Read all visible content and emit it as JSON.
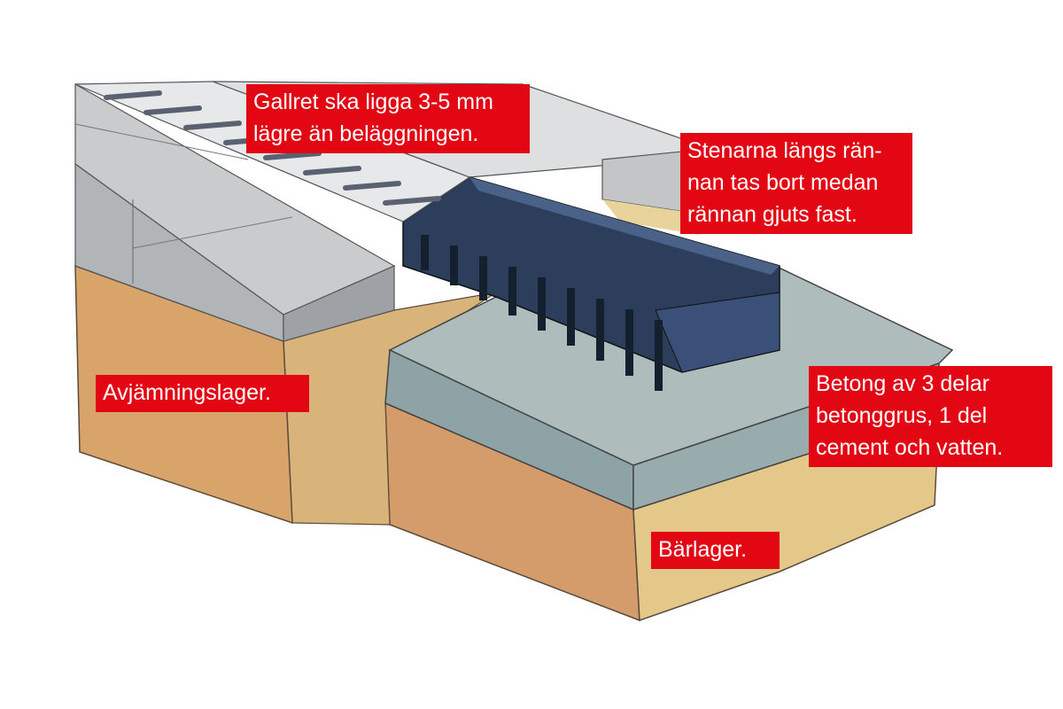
{
  "colors": {
    "label_bg": "#e30613",
    "label_text": "#ffffff",
    "channel": "#2c3e5c",
    "concrete": "#a9b8b9",
    "sand": "#d9b77a",
    "paver": "#c9cbcd"
  },
  "labels": {
    "grating": "Gallret ska ligga 3-5 mm\nlägre än beläggningen.",
    "stones": "Stenarna längs rän-\nnan tas bort medan\nrännan gjuts fast.",
    "leveling": "Avjämningslager.",
    "concrete": "Betong av 3 delar\nbetonggrus, 1 del\ncement och vatten.",
    "base": "Bärlager."
  }
}
